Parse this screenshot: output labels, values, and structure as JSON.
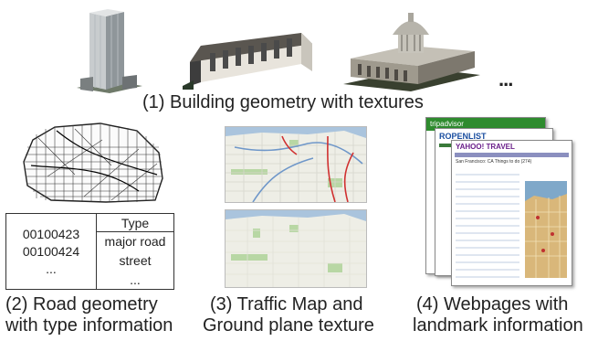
{
  "captions": {
    "buildings": "(1) Building geometry with textures",
    "ellipsis": "...",
    "road_line1": "(2) Road geometry",
    "road_line2": "with type information",
    "traffic_line1": "(3) Traffic Map and",
    "traffic_line2": "Ground plane texture",
    "web_line1": "(4) Webpages with",
    "web_line2": "landmark information"
  },
  "road_table": {
    "header": "Type",
    "ids": [
      "00100423",
      "00100424",
      "..."
    ],
    "types": [
      "major road",
      "street",
      "..."
    ]
  },
  "webpages": {
    "back_logo": "tripadvisor",
    "mid_logo": "ROPENLIST",
    "front_logo": "YAHOO! TRAVEL",
    "front_heading": "San Francisco: CA Things to do (274)"
  },
  "colors": {
    "map_water": "#aac4dd",
    "map_land": "#eeeee6",
    "map_park": "#b8d7a4",
    "traffic_red": "#d03030",
    "traffic_blue": "#6f97c9"
  }
}
